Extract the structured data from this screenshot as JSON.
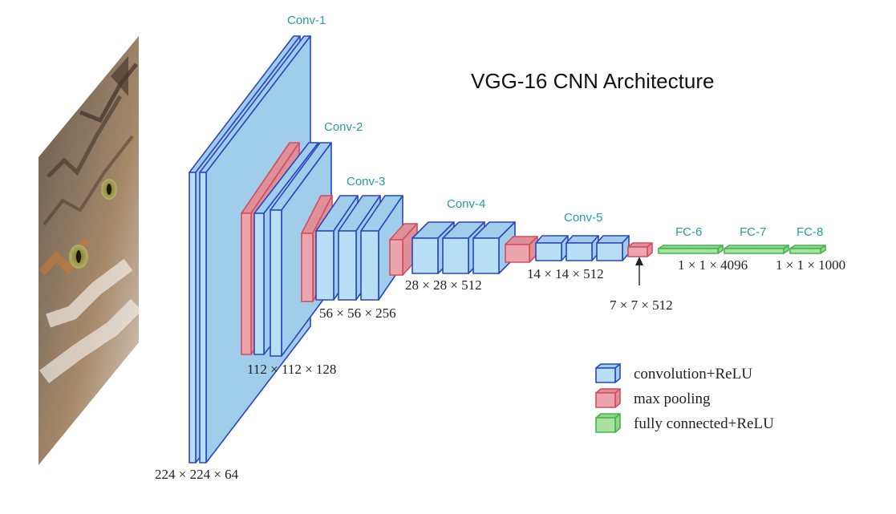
{
  "title": "VGG-16 CNN Architecture",
  "colors": {
    "conv_fill": "#b8dff6",
    "conv_side": "#9fcdea",
    "conv_stroke": "#2b45c2",
    "pool_fill": "#eba6ad",
    "pool_side": "#de8f98",
    "pool_stroke": "#d44d5c",
    "fc_fill": "#a8e3a1",
    "fc_side": "#8fd68a",
    "fc_stroke": "#47b34c",
    "stage_label": "#2a9c9c"
  },
  "stages": [
    {
      "label": "Conv-1"
    },
    {
      "label": "Conv-2"
    },
    {
      "label": "Conv-3"
    },
    {
      "label": "Conv-4"
    },
    {
      "label": "Conv-5"
    },
    {
      "label": "FC-6"
    },
    {
      "label": "FC-7"
    },
    {
      "label": "FC-8"
    }
  ],
  "dimensions": [
    "224 × 224 × 64",
    "112 × 112 × 128",
    "56 × 56 × 256",
    "28 × 28 × 512",
    "14 × 14 × 512",
    "7 × 7 × 512",
    "1 × 1 × 4096",
    "1 × 1 × 1000"
  ],
  "legend": [
    {
      "type": "conv",
      "label": "convolution+ReLU"
    },
    {
      "type": "pool",
      "label": "max pooling"
    },
    {
      "type": "fc",
      "label": "fully connected+ReLU"
    }
  ]
}
